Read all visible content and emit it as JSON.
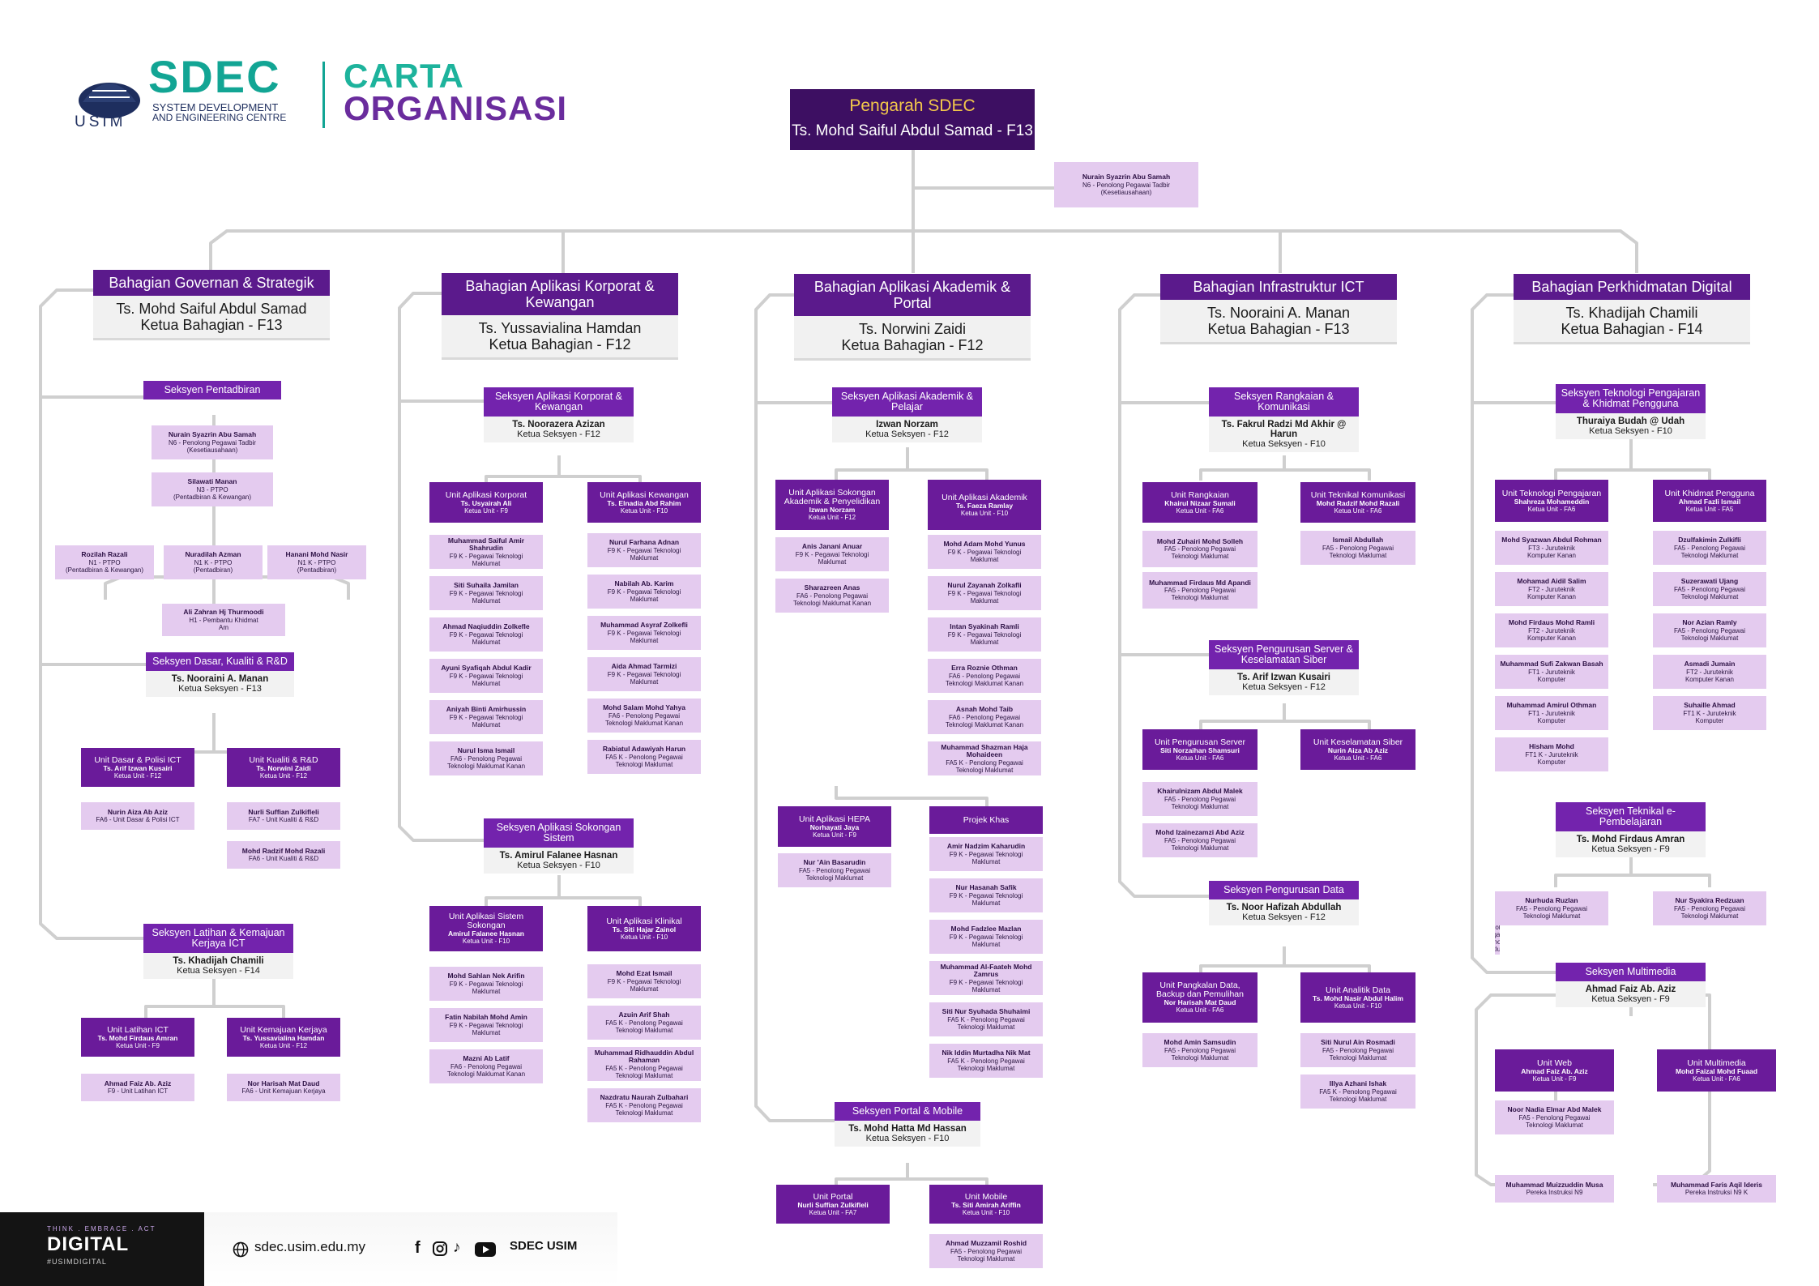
{
  "header": {
    "logo_text": "USIM",
    "brand": "SDEC",
    "brand_sub_1": "SYSTEM DEVELOPMENT",
    "brand_sub_2": "AND ENGINEERING CENTRE",
    "title_1": "CARTA",
    "title_2": "ORGANISASI"
  },
  "director": {
    "title": "Pengarah SDEC",
    "name": "Ts. Mohd Saiful Abdul Samad - F13"
  },
  "director_staff": [
    [
      "Nurain Syazrin Abu Samah",
      "N6 - Penolong Pegawai Tadbir",
      "(Kesetiausahaan)"
    ]
  ],
  "divisions": [
    {
      "title": "Bahagian Governan & Strategik",
      "name": "Ts. Mohd Saiful Abdul Samad",
      "role": "Ketua Bahagian - F13"
    },
    {
      "title": "Bahagian Aplikasi Korporat & Kewangan",
      "name": "Ts. Yussavialina Hamdan",
      "role": "Ketua Bahagian - F12"
    },
    {
      "title": "Bahagian Aplikasi Akademik & Portal",
      "name": "Ts. Norwini Zaidi",
      "role": "Ketua Bahagian - F12"
    },
    {
      "title": "Bahagian Infrastruktur ICT",
      "name": "Ts. Nooraini A. Manan",
      "role": "Ketua Bahagian - F13"
    },
    {
      "title": "Bahagian Perkhidmatan Digital",
      "name": "Ts. Khadijah Chamili",
      "role": "Ketua Bahagian - F14"
    }
  ],
  "sections": [
    {
      "title": "Seksyen Pentadbiran"
    },
    {
      "title": "Seksyen Dasar, Kualiti & R&D",
      "name": "Ts. Nooraini A. Manan",
      "role": "Ketua Seksyen - F13"
    },
    {
      "title": "Seksyen Latihan & Kemajuan Kerjaya ICT",
      "name": "Ts. Khadijah Chamili",
      "role": "Ketua Seksyen - F14"
    },
    {
      "title": "Seksyen Aplikasi Korporat & Kewangan",
      "name": "Ts. Noorazera Azizan",
      "role": "Ketua Seksyen - F12"
    },
    {
      "title": "Seksyen Aplikasi Sokongan Sistem",
      "name": "Ts. Amirul Falanee Hasnan",
      "role": "Ketua Seksyen - F10"
    },
    {
      "title": "Seksyen Aplikasi Akademik & Pelajar",
      "name": "Izwan Norzam",
      "role": "Ketua Seksyen - F12"
    },
    {
      "title": "Seksyen Portal & Mobile",
      "name": "Ts. Mohd Hatta Md Hassan",
      "role": "Ketua Seksyen - F10"
    },
    {
      "title": "Seksyen Rangkaian & Komunikasi",
      "name": "Ts. Fakrul Radzi Md Akhir @ Harun",
      "role": "Ketua Seksyen - F10"
    },
    {
      "title": "Seksyen Pengurusan Server & Keselamatan Siber",
      "name": "Ts. Arif Izwan Kusairi",
      "role": "Ketua Seksyen - F12"
    },
    {
      "title": "Seksyen Pengurusan Data",
      "name": "Ts. Noor Hafizah Abdullah",
      "role": "Ketua Seksyen - F12"
    },
    {
      "title": "Seksyen Teknologi Pengajaran & Khidmat Pengguna",
      "name": "Thuraiya Budah @ Udah",
      "role": "Ketua Seksyen - F10"
    },
    {
      "title": "Seksyen Teknikal e-Pembelajaran",
      "name": "Ts. Mohd Firdaus Amran",
      "role": "Ketua Seksyen - F9"
    },
    {
      "title": "Seksyen Multimedia",
      "name": "Ahmad Faiz Ab. Aziz",
      "role": "Ketua Seksyen - F9"
    }
  ],
  "units": [
    {
      "title": "Unit Dasar & Polisi ICT",
      "name": "Ts. Arif Izwan Kusairi",
      "role": "Ketua Unit - F12"
    },
    {
      "title": "Unit Kualiti & R&D",
      "name": "Ts. Norwini Zaidi",
      "role": "Ketua Unit - F12"
    },
    {
      "title": "Unit Latihan ICT",
      "name": "Ts. Mohd Firdaus Amran",
      "role": "Ketua Unit - F9"
    },
    {
      "title": "Unit Kemajuan Kerjaya",
      "name": "Ts. Yussavialina Hamdan",
      "role": "Ketua Unit - F12"
    },
    {
      "title": "Unit Aplikasi Korporat",
      "name": "Ts. Usyairah Ali",
      "role": "Ketua Unit - F9"
    },
    {
      "title": "Unit Aplikasi Kewangan",
      "name": "Ts. Elnadia Abd Rahim",
      "role": "Ketua Unit - F10"
    },
    {
      "title": "Unit Aplikasi Sistem Sokongan",
      "name": "Amirul Falanee Hasnan",
      "role": "Ketua Unit - F10"
    },
    {
      "title": "Unit Aplikasi Klinikal",
      "name": "Ts. Siti Hajar Zainol",
      "role": "Ketua Unit - F10"
    },
    {
      "title": "Unit Aplikasi Sokongan Akademik & Penyelidikan",
      "name": "Izwan Norzam",
      "role": "Ketua Unit - F12"
    },
    {
      "title": "Unit Aplikasi Akademik",
      "name": "Ts. Faeza Ramlay",
      "role": "Ketua Unit - F10"
    },
    {
      "title": "Unit Aplikasi HEPA",
      "name": "Norhayati Jaya",
      "role": "Ketua Unit - F9"
    },
    {
      "title": "Projek Khas",
      "name": "",
      "role": ""
    },
    {
      "title": "Unit Portal",
      "name": "Nurli Suffian Zulkifleli",
      "role": "Ketua Unit - FA7"
    },
    {
      "title": "Unit Mobile",
      "name": "Ts. Siti Amirah Ariffin",
      "role": "Ketua Unit - F10"
    },
    {
      "title": "Unit Rangkaian",
      "name": "Khairul Nizaar Sumali",
      "role": "Ketua Unit - FA6"
    },
    {
      "title": "Unit Teknikal Komunikasi",
      "name": "Mohd Radzif Mohd Razali",
      "role": "Ketua Unit - FA6"
    },
    {
      "title": "Unit Pengurusan Server",
      "name": "Siti Norzaihan Shamsuri",
      "role": "Ketua Unit - FA6"
    },
    {
      "title": "Unit Keselamatan Siber",
      "name": "Nurin Aiza Ab Aziz",
      "role": "Ketua Unit - FA6"
    },
    {
      "title": "Unit Pangkalan Data, Backup dan Pemulihan",
      "name": "Nor Harisah Mat Daud",
      "role": "Ketua Unit - FA6"
    },
    {
      "title": "Unit Analitik Data",
      "name": "Ts. Mohd Nasir Abdul Halim",
      "role": "Ketua Unit - F10"
    },
    {
      "title": "Unit Teknologi Pengajaran",
      "name": "Shahreza Mohameddin",
      "role": "Ketua Unit - FA6"
    },
    {
      "title": "Unit Khidmat Pengguna",
      "name": "Ahmad Fazli Ismail",
      "role": "Ketua Unit - FA5"
    },
    {
      "title": "Unit Web",
      "name": "Ahmad Faiz Ab. Aziz",
      "role": "Ketua Unit - F9"
    },
    {
      "title": "Unit Multimedia",
      "name": "Mohd Faizal Mohd Fuaad",
      "role": "Ketua Unit - FA6"
    }
  ],
  "staff": {
    "pentadbiran": [
      [
        "Nurain Syazrin Abu Samah",
        "N6 - Penolong Pegawai Tadbir",
        "(Kesetiausahaan)"
      ],
      [
        "Silawati Manan",
        "N3 - PTPO",
        "(Pentadbiran & Kewangan)"
      ],
      [
        "Rozilah Razali",
        "N1 - PTPO",
        "(Pentadbiran & Kewangan)"
      ],
      [
        "Nuradilah Azman",
        "N1 K - PTPO",
        "(Pentadbiran)"
      ],
      [
        "Hanani Mohd Nasir",
        "N1 K - PTPO",
        "(Pentadbiran)"
      ],
      [
        "Ali Zahran Hj Thurmoodi",
        "H1 - Pembantu Khidmat",
        "Am"
      ]
    ],
    "dasar": [
      [
        "Nurin Aiza Ab Aziz",
        "FA6 - Unit Dasar & Polisi ICT",
        ""
      ]
    ],
    "kualiti": [
      [
        "Nurli Suffian Zulkifleli",
        "FA7 - Unit Kualiti & R&D",
        ""
      ],
      [
        "Mohd Radzif Mohd Razali",
        "FA6 - Unit Kualiti & R&D",
        ""
      ]
    ],
    "latihan": [
      [
        "Ahmad Faiz Ab. Aziz",
        "F9 - Unit Latihan ICT",
        ""
      ]
    ],
    "kerjaya": [
      [
        "Nor Harisah Mat Daud",
        "FA6 - Unit Kemajuan Kerjaya",
        ""
      ]
    ],
    "korporat": [
      [
        "Muhammad Saiful Amir Shahrudin",
        "F9 K - Pegawai Teknologi",
        "Maklumat"
      ],
      [
        "Siti Suhaila Jamilan",
        "F9 K - Pegawai Teknologi",
        "Maklumat"
      ],
      [
        "Ahmad Naqiuddin Zolkefle",
        "F9 K - Pegawai Teknologi",
        "Maklumat"
      ],
      [
        "Ayuni Syafiqah Abdul Kadir",
        "F9 K - Pegawai Teknologi",
        "Maklumat"
      ],
      [
        "Aniyah Binti Amirhussin",
        "F9 K - Pegawai Teknologi",
        "Maklumat"
      ],
      [
        "Nurul Isma Ismail",
        "FA6 - Penolong Pegawai",
        "Teknologi Maklumat Kanan"
      ]
    ],
    "kewangan": [
      [
        "Nurul Farhana Adnan",
        "F9 K - Pegawai Teknologi",
        "Maklumat"
      ],
      [
        "Nabilah Ab. Karim",
        "F9 K - Pegawai Teknologi",
        "Maklumat"
      ],
      [
        "Muhammad Asyraf Zolkefli",
        "F9 K - Pegawai Teknologi",
        "Maklumat"
      ],
      [
        "Aida Ahmad Tarmizi",
        "F9 K - Pegawai Teknologi",
        "Maklumat"
      ],
      [
        "Mohd Salam Mohd Yahya",
        "FA6 - Penolong Pegawai",
        "Teknologi Maklumat Kanan"
      ],
      [
        "Rabiatul Adawiyah Harun",
        "FA5 K - Penolong Pegawai",
        "Teknologi Maklumat"
      ]
    ],
    "sistem_sokongan": [
      [
        "Mohd Sahlan Nek Arifin",
        "F9 K - Pegawai Teknologi",
        "Maklumat"
      ],
      [
        "Fatin Nabilah Mohd Amin",
        "F9 K - Pegawai Teknologi",
        "Maklumat"
      ],
      [
        "Mazni Ab Latif",
        "FA6 - Penolong Pegawai",
        "Teknologi Maklumat Kanan"
      ]
    ],
    "klinikal": [
      [
        "Mohd Ezat Ismail",
        "F9 K - Pegawai Teknologi",
        "Maklumat"
      ],
      [
        "Azuin Arif Shah",
        "FA5 K - Penolong Pegawai",
        "Teknologi Maklumat"
      ],
      [
        "Muhammad Ridhauddin Abdul Rahaman",
        "FA5 K - Penolong Pegawai",
        "Teknologi Maklumat"
      ],
      [
        "Nazdratu Naurah Zulbahari",
        "FA5 K - Penolong Pegawai",
        "Teknologi Maklumat"
      ]
    ],
    "sokongan_akademik": [
      [
        "Anis Janani Anuar",
        "F9 K - Pegawai Teknologi",
        "Maklumat"
      ],
      [
        "Sharazreen Anas",
        "FA6 - Penolong Pegawai",
        "Teknologi Maklumat Kanan"
      ]
    ],
    "akademik": [
      [
        "Mohd Adam Mohd Yunus",
        "F9 K - Pegawai Teknologi",
        "Maklumat"
      ],
      [
        "Nurul Zayanah Zolkafli",
        "F9 K - Pegawai Teknologi",
        "Maklumat"
      ],
      [
        "Intan Syakinah Ramli",
        "F9 K - Pegawai Teknologi",
        "Maklumat"
      ],
      [
        "Erra Roznie Othman",
        "FA6 - Penolong Pegawai",
        "Teknologi Maklumat Kanan"
      ],
      [
        "Asnah Mohd Taib",
        "FA6 - Penolong Pegawai",
        "Teknologi Maklumat Kanan"
      ],
      [
        "Muhammad Shazman Haja Mohaideen",
        "FA5 K - Penolong Pegawai",
        "Teknologi Maklumat"
      ]
    ],
    "hepa": [
      [
        "Nur 'Ain Basarudin",
        "FA5 - Penolong Pegawai",
        "Teknologi Maklumat"
      ]
    ],
    "projek_khas": [
      [
        "Amir Nadzim Kaharudin",
        "F9 K - Pegawai Teknologi",
        "Maklumat"
      ],
      [
        "Nur Hasanah Safik",
        "F9 K - Pegawai Teknologi",
        "Maklumat"
      ],
      [
        "Mohd Fadzlee Mazlan",
        "F9 K - Pegawai Teknologi",
        "Maklumat"
      ],
      [
        "Muhammad Al-Faateh Mohd Zamrus",
        "F9 K - Pegawai Teknologi",
        "Maklumat"
      ],
      [
        "Siti Nur Syuhada Shuhaimi",
        "FA5 K - Penolong Pegawai",
        "Teknologi Maklumat"
      ],
      [
        "Nik Iddin Murtadha Nik Mat",
        "FA5 K - Penolong Pegawai",
        "Teknologi Maklumat"
      ]
    ],
    "mobile": [
      [
        "Ahmad Muzzamil Roshid",
        "FA5 - Penolong Pegawai",
        "Teknologi Maklumat"
      ]
    ],
    "rangkaian": [
      [
        "Mohd Zuhairi Mohd Solleh",
        "FA5 - Penolong Pegawai",
        "Teknologi Maklumat"
      ],
      [
        "Muhammad Firdaus Md Apandi",
        "FA5 - Penolong Pegawai",
        "Teknologi Maklumat"
      ]
    ],
    "teknikal_komunikasi": [
      [
        "Ismail Abdullah",
        "FA5 - Penolong Pegawai",
        "Teknologi Maklumat"
      ]
    ],
    "server": [
      [
        "Khairulnizam Abdul Malek",
        "FA5 - Penolong Pegawai",
        "Teknologi Maklumat"
      ],
      [
        "Mohd Izainezamzi Abd Aziz",
        "FA5 - Penolong Pegawai",
        "Teknologi Maklumat"
      ]
    ],
    "pangkalan_data": [
      [
        "Mohd Amin Samsudin",
        "FA5 - Penolong Pegawai",
        "Teknologi Maklumat"
      ]
    ],
    "analitik": [
      [
        "Siti Nurul Ain Rosmadi",
        "FA5 - Penolong Pegawai",
        "Teknologi Maklumat"
      ],
      [
        "Illya Azhani Ishak",
        "FA5 K - Penolong Pegawai",
        "Teknologi Maklumat"
      ]
    ],
    "teknologi_pengajaran": [
      [
        "Mohd Syazwan Abdul Rohman",
        "FT3 - Juruteknik",
        "Komputer Kanan"
      ],
      [
        "Mohamad Aidil Salim",
        "FT2 - Juruteknik",
        "Komputer Kanan"
      ],
      [
        "Mohd Firdaus Mohd Ramli",
        "FT2 - Juruteknik",
        "Komputer Kanan"
      ],
      [
        "Muhammad Sufi Zakwan Basah",
        "FT1 - Juruteknik",
        "Komputer"
      ],
      [
        "Muhammad Amirul Othman",
        "FT1 - Juruteknik",
        "Komputer"
      ],
      [
        "Hisham Mohd",
        "FT1 K - Juruteknik",
        "Komputer"
      ]
    ],
    "khidmat_pengguna": [
      [
        "Dzulfakimin Zulkifli",
        "FA5 - Penolong Pegawai",
        "Teknologi Maklumat"
      ],
      [
        "Suzerawati Ujang",
        "FA5 - Penolong Pegawai",
        "Teknologi Maklumat"
      ],
      [
        "Nor Azian Ramly",
        "FA5 - Penolong Pegawai",
        "Teknologi Maklumat"
      ],
      [
        "Asmadi Jumain",
        "FT2 - Juruteknik",
        "Komputer Kanan"
      ],
      [
        "Suhaille Ahmad",
        "FT1 K - Juruteknik",
        "Komputer"
      ]
    ],
    "epembelajaran": [
      [
        "Nurhuda Ruzlan",
        "FA5 - Penolong Pegawai",
        "Teknologi Maklumat"
      ],
      [
        "Nur Syakira Redzuan",
        "FA5 - Penolong Pegawai",
        "Teknologi Maklumat"
      ]
    ],
    "web": [
      [
        "Noor Nadia Elmar Abd Malek",
        "FA5 - Penolong Pegawai",
        "Teknologi Maklumat"
      ]
    ],
    "multimedia_extra": [
      [
        "Muhammad Muizzuddin Musa",
        "Pereka Instruksi N9",
        ""
      ],
      [
        "Muhammad Faris Aqil Ideris",
        "Pereka Instruksi N9 K",
        ""
      ]
    ]
  },
  "footer": {
    "tagline": "THINK . EMBRACE . ACT",
    "digital": "DIGITAL",
    "hashtag": "#USIMDIGITAL",
    "website": "sdec.usim.edu.my",
    "social": "SDEC USIM"
  },
  "colors": {
    "director": "#3d0f62",
    "division": "#5b1a8c",
    "section": "#7323ad",
    "unit": "#6a1b9a",
    "staff": "#e4cbef",
    "line": "#cfcfcf",
    "accent": "#12a594"
  }
}
